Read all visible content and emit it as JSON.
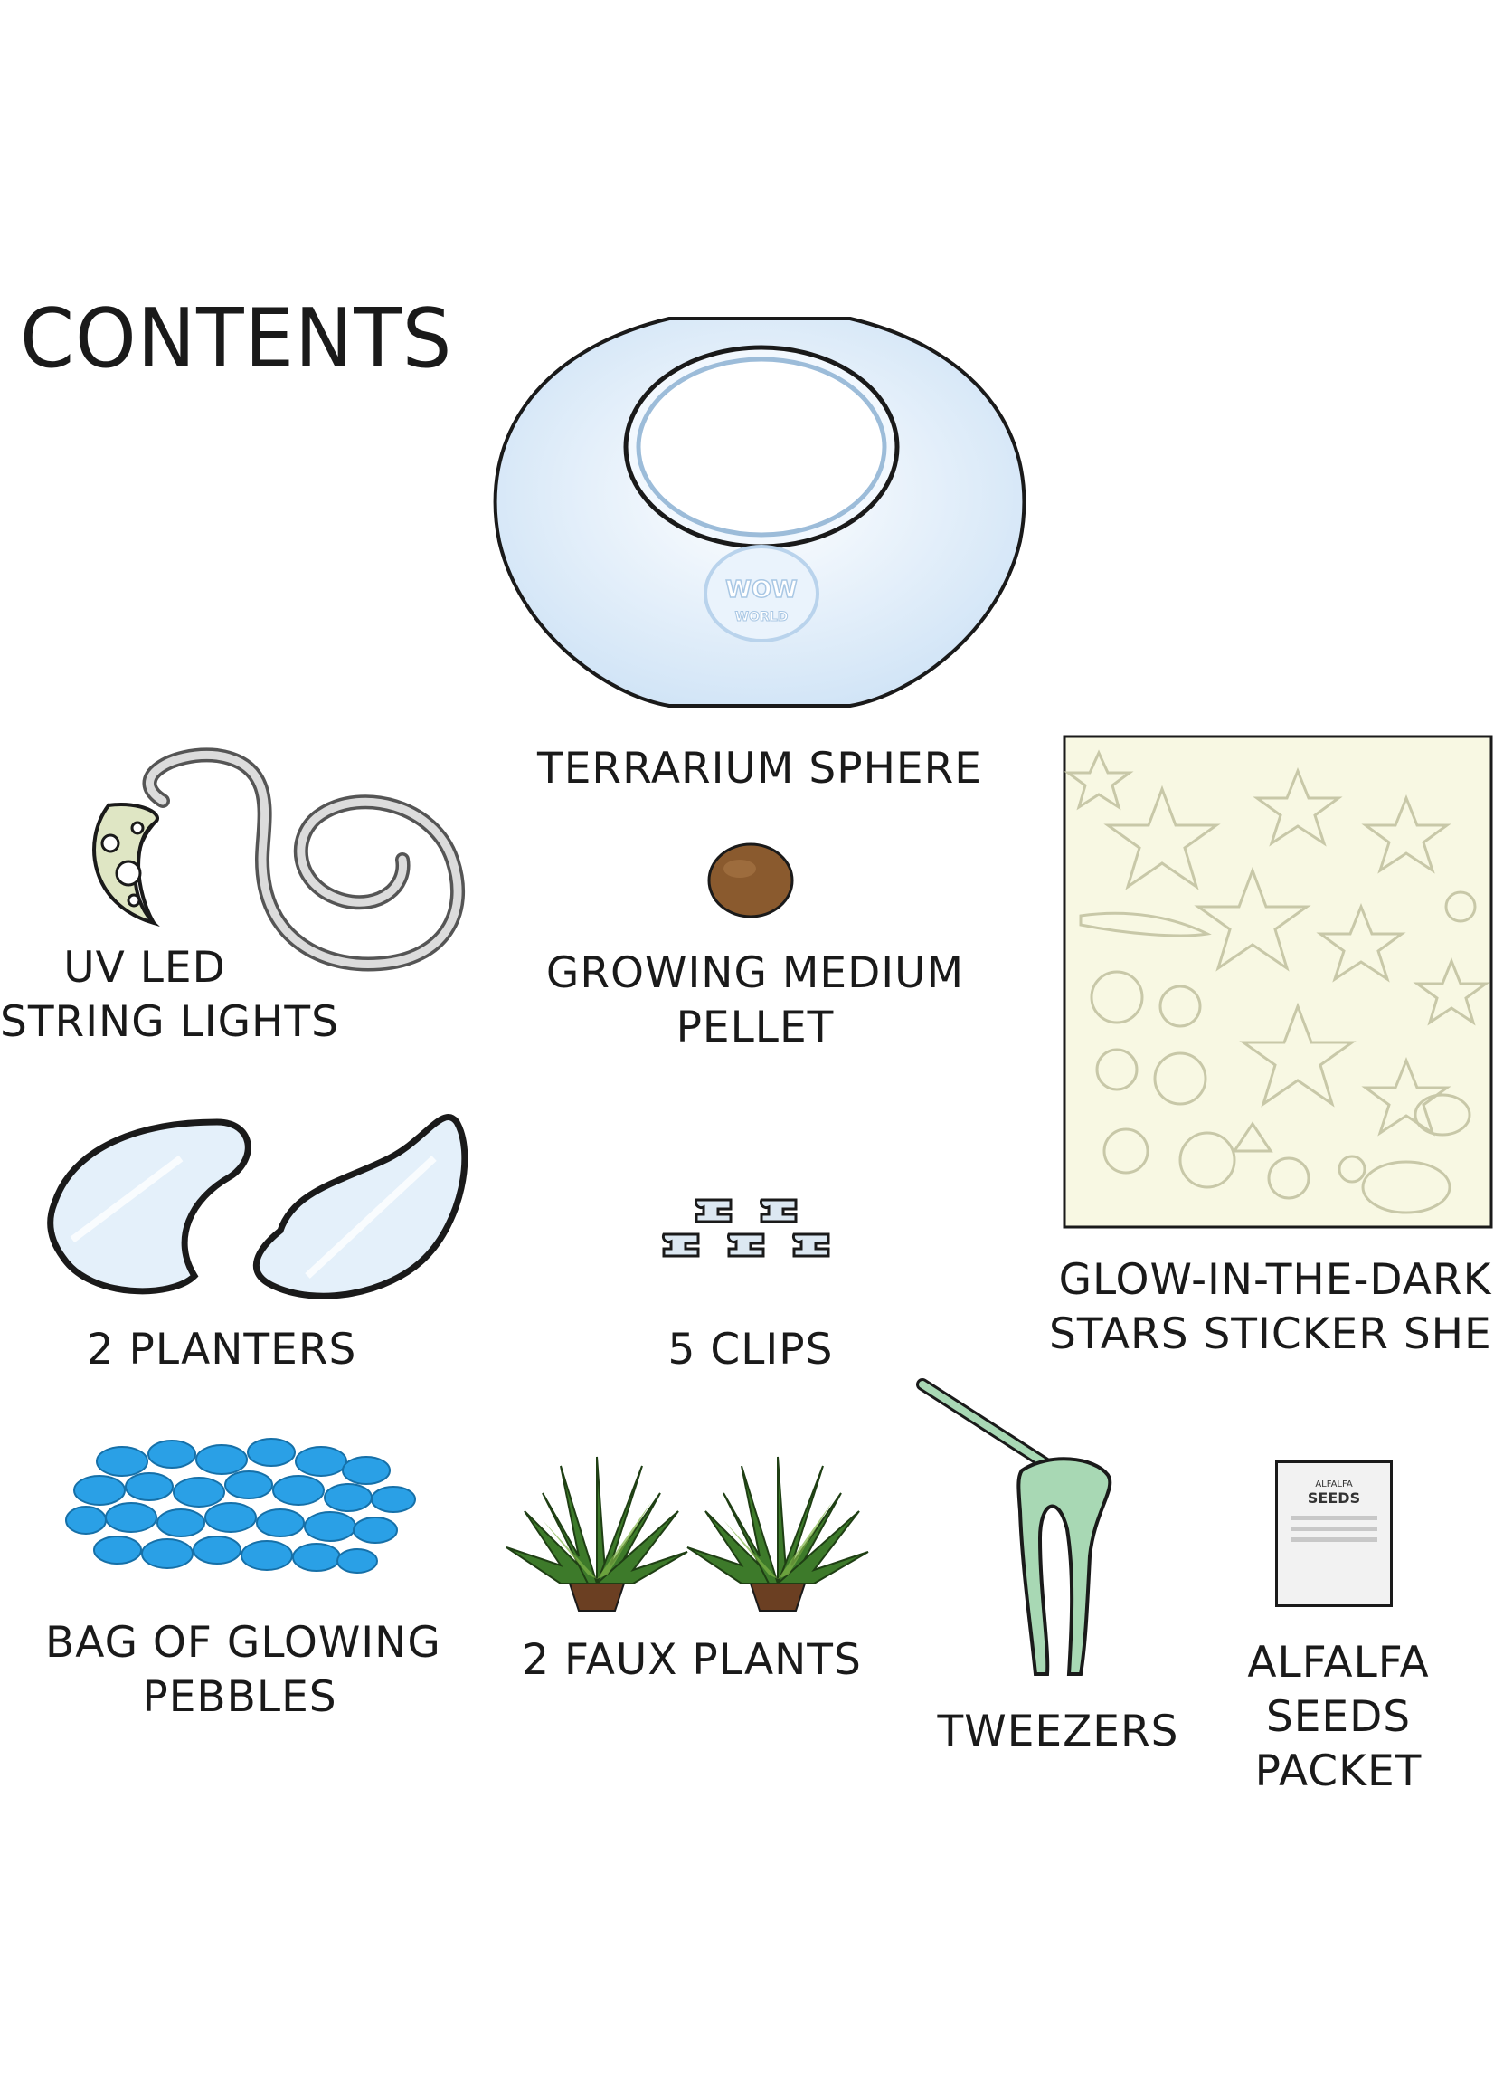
{
  "title": "CONTENTS",
  "items": {
    "terrarium": {
      "lines": [
        "TERRARIUM SPHERE"
      ],
      "logo_text": [
        "WOW",
        "WORLD"
      ]
    },
    "lights": {
      "lines": [
        "UV LED",
        "STRING LIGHTS"
      ]
    },
    "pellet": {
      "lines": [
        "GROWING MEDIUM",
        "PELLET"
      ]
    },
    "stickers": {
      "lines": [
        "GLOW-IN-THE-DARK",
        "STARS STICKER SHEET"
      ]
    },
    "planters": {
      "lines": [
        "2 PLANTERS"
      ]
    },
    "clips": {
      "lines": [
        "5 CLIPS"
      ]
    },
    "pebbles": {
      "lines": [
        "BAG OF GLOWING",
        "PEBBLES"
      ]
    },
    "plants": {
      "lines": [
        "2 FAUX PLANTS"
      ]
    },
    "tweezers": {
      "lines": [
        "TWEEZERS"
      ]
    },
    "seeds": {
      "lines": [
        "ALFALFA",
        "SEEDS",
        "PACKET"
      ],
      "packet_text": [
        "ALFALFA",
        "SEEDS"
      ]
    }
  },
  "colors": {
    "outline": "#1a1a1a",
    "sphere_fill": "#e6f1fb",
    "moon_fill": "#dfe6c4",
    "pellet_fill": "#8a5a2e",
    "sticker_fill": "#f8f8e3",
    "pebble_fill": "#2aa0e6",
    "plant_green": "#3d7a2a",
    "tweezer_fill": "#a8d8b4",
    "packet_fill": "#f2f2f2"
  }
}
